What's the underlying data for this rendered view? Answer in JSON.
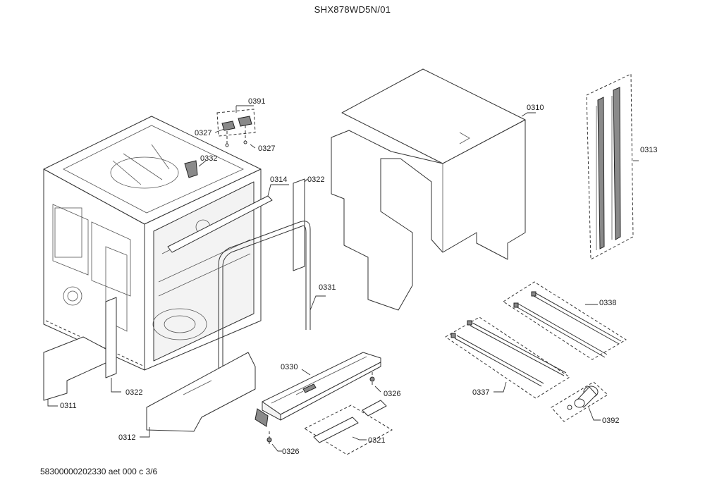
{
  "title": "SHX878WD5N/01",
  "footer": "58300000202330 aet 000 c 3/6",
  "parts": {
    "p0391": "0391",
    "p0327a": "0327",
    "p0327b": "0327",
    "p0332": "0332",
    "p0314": "0314",
    "p0322a": "0322",
    "p0322b": "0322",
    "p0310": "0310",
    "p0313": "0313",
    "p0331": "0331",
    "p0338": "0338",
    "p0330": "0330",
    "p0326a": "0326",
    "p0326b": "0326",
    "p0337": "0337",
    "p0311": "0311",
    "p0312": "0312",
    "p0321": "0321",
    "p0392": "0392"
  }
}
